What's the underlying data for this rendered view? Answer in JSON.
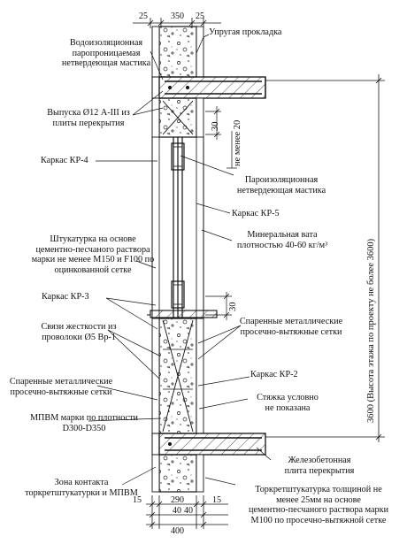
{
  "top_dimensions": {
    "offset": "25",
    "thickness": "350",
    "right_offset": "25"
  },
  "labels": {
    "elastic_gasket": "Упругая прокладка",
    "waterproof_mastic": [
      "Водоизоляционная",
      "паропроницаемая",
      "нетвердеющая мастика"
    ],
    "rebar_outlets": [
      "Выпуска Ø12 А-III из",
      "плиты перекрытия"
    ],
    "frame_kr4": "Каркас КР-4",
    "vapor_mastic": [
      "Пароизоляционная",
      "нетвердеющая мастика"
    ],
    "frame_kr5": "Каркас КР-5",
    "mineral_wool": [
      "Минеральная вата",
      "плотностью 40-60 кг/м³"
    ],
    "plaster": [
      "Штукатурка на основе",
      "цементно-песчаного раствора",
      "марки не менее М150 и F100 по",
      "оцинкованной сетке"
    ],
    "frame_kr3": "Каркас КР-3",
    "stiffness_ties": [
      "Связи жесткости из",
      "проволоки Ø5 Вр-1"
    ],
    "paired_mesh_right": [
      "Спаренные металлические",
      "просечно-вытяжные сетки"
    ],
    "paired_mesh_left": [
      "Спаренные металлические",
      "просечно-вытяжные сетки"
    ],
    "frame_kr2": "Каркас КР-2",
    "screed": [
      "Стяжка условно",
      "не показана"
    ],
    "mpvm": [
      "МПВМ марки по плотности",
      "D300-D350"
    ],
    "rc_slab": [
      "Железобетонная",
      "плита перекрытия"
    ],
    "contact_zone": [
      "Зона контакта",
      "торкретштукатурки и МПВМ"
    ],
    "shotcrete": [
      "Торкретштукатурка толщиной не",
      "менее 25мм на основе",
      "цементно-песчаного раствора марки",
      "М100 по просечно-вытяжной сетке"
    ]
  },
  "inner_dimensions": {
    "upper_30": "30",
    "lower_30": "30",
    "min_20": "не менее 20"
  },
  "floor_height": "3600 (Высота этажа по проекту не более 3600)",
  "bottom_dimensions": {
    "row1": [
      "15",
      "290",
      "15"
    ],
    "row2": [
      "40",
      "40"
    ],
    "total": "400"
  }
}
